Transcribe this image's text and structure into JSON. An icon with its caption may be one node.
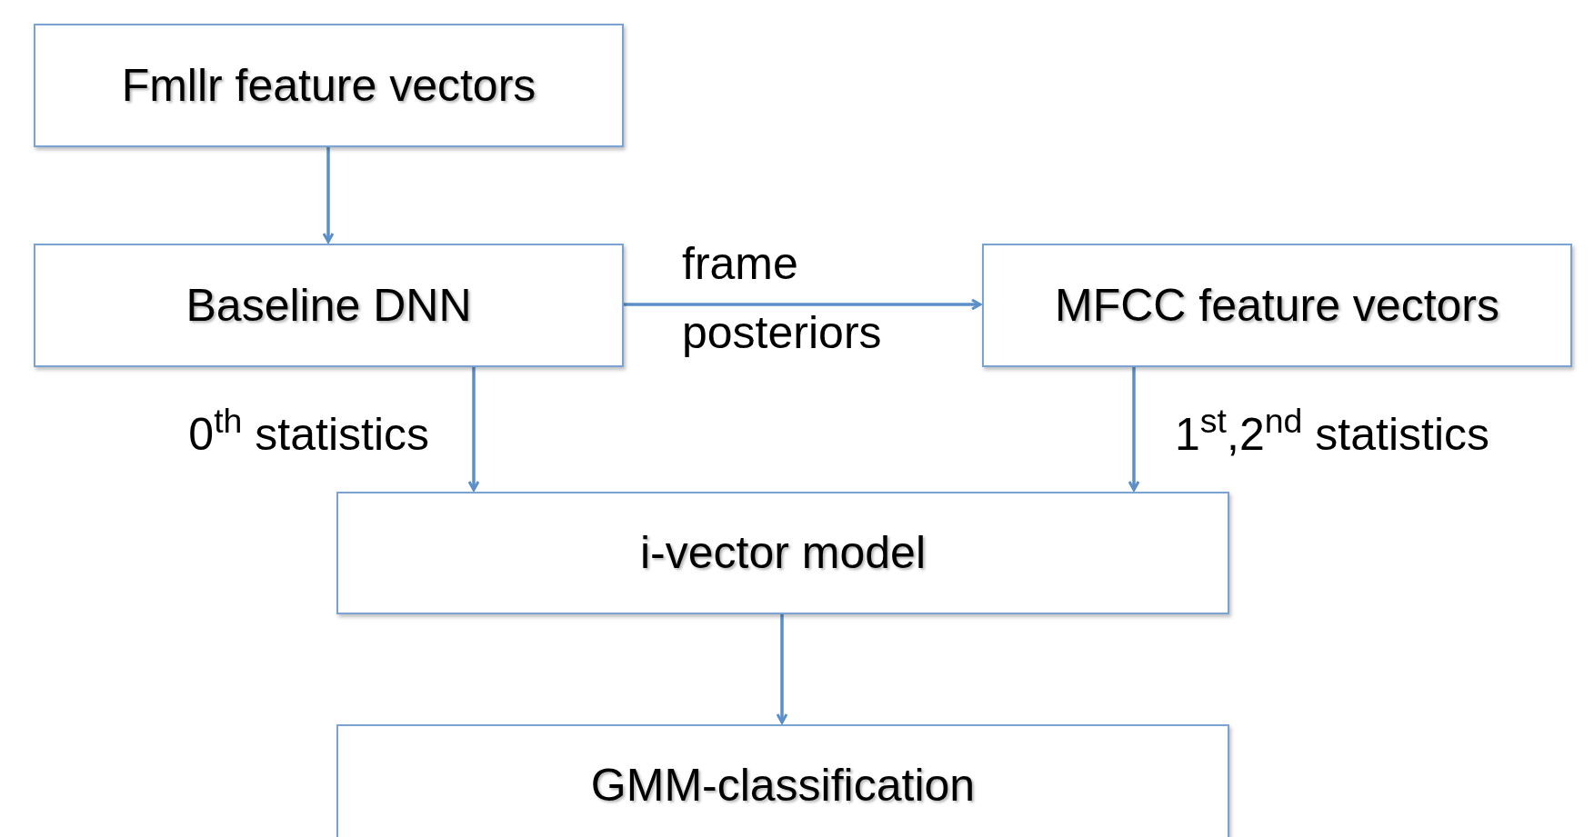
{
  "diagram": {
    "nodes": [
      {
        "text": [
          "Fmllr feature vectors"
        ]
      },
      {
        "text": [
          "Baseline DNN"
        ]
      },
      {
        "text": [
          "MFCC feature vectors"
        ]
      },
      {
        "text": [
          "i-vector model"
        ]
      },
      {
        "text": [
          "GMM-classification"
        ]
      }
    ],
    "edges": [
      {
        "from": 0,
        "to": 1,
        "arrow": "to"
      },
      {
        "from": 1,
        "to": 2,
        "arrow": "to",
        "label": "frame posteriors"
      },
      {
        "from": 1,
        "to": 3,
        "arrow": "to",
        "label": "0$^{th}$ statistics"
      },
      {
        "from": 2,
        "to": 3,
        "arrow": "to",
        "label": "1$^{st}$,2$^{nd}$ statistics"
      },
      {
        "from": 3,
        "to": 4,
        "arrow": "to"
      }
    ]
  }
}
